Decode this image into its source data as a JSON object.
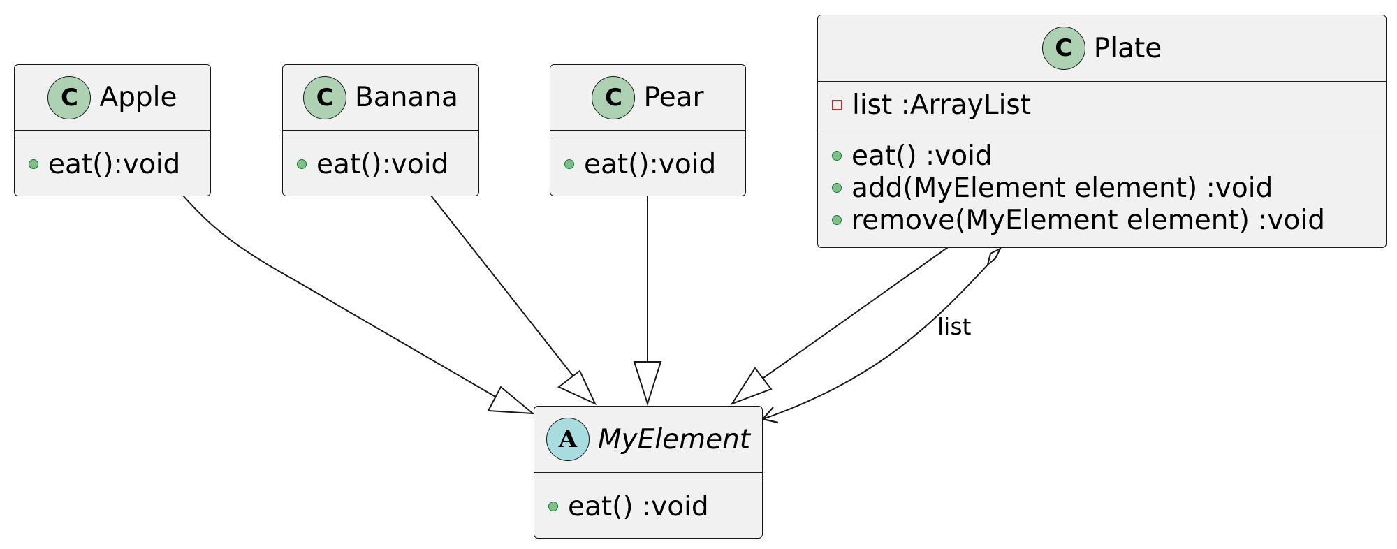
{
  "classes": {
    "apple": {
      "name": "Apple",
      "kind_glyph": "C",
      "methods": [
        "eat():void"
      ]
    },
    "banana": {
      "name": "Banana",
      "kind_glyph": "C",
      "methods": [
        "eat():void"
      ]
    },
    "pear": {
      "name": "Pear",
      "kind_glyph": "C",
      "methods": [
        "eat():void"
      ]
    },
    "plate": {
      "name": "Plate",
      "kind_glyph": "C",
      "fields": [
        "list :ArrayList"
      ],
      "methods": [
        "eat() :void",
        "add(MyElement element) :void",
        "remove(MyElement element) :void"
      ]
    },
    "myelement": {
      "name": "MyElement",
      "kind_glyph": "A",
      "abstract": true,
      "methods": [
        "eat() :void"
      ]
    }
  },
  "relations": [
    {
      "from": "Apple",
      "to": "MyElement",
      "type": "generalization"
    },
    {
      "from": "Banana",
      "to": "MyElement",
      "type": "generalization"
    },
    {
      "from": "Pear",
      "to": "MyElement",
      "type": "generalization"
    },
    {
      "from": "Plate",
      "to": "MyElement",
      "type": "generalization"
    },
    {
      "from": "Plate",
      "to": "MyElement",
      "type": "aggregation",
      "label": "list"
    }
  ],
  "colors": {
    "box_fill": "#f1f1f1",
    "class_badge": "#add1b2",
    "abstract_badge": "#a9dcdf",
    "public_marker": "#84be84",
    "private_marker": "#c82930"
  }
}
